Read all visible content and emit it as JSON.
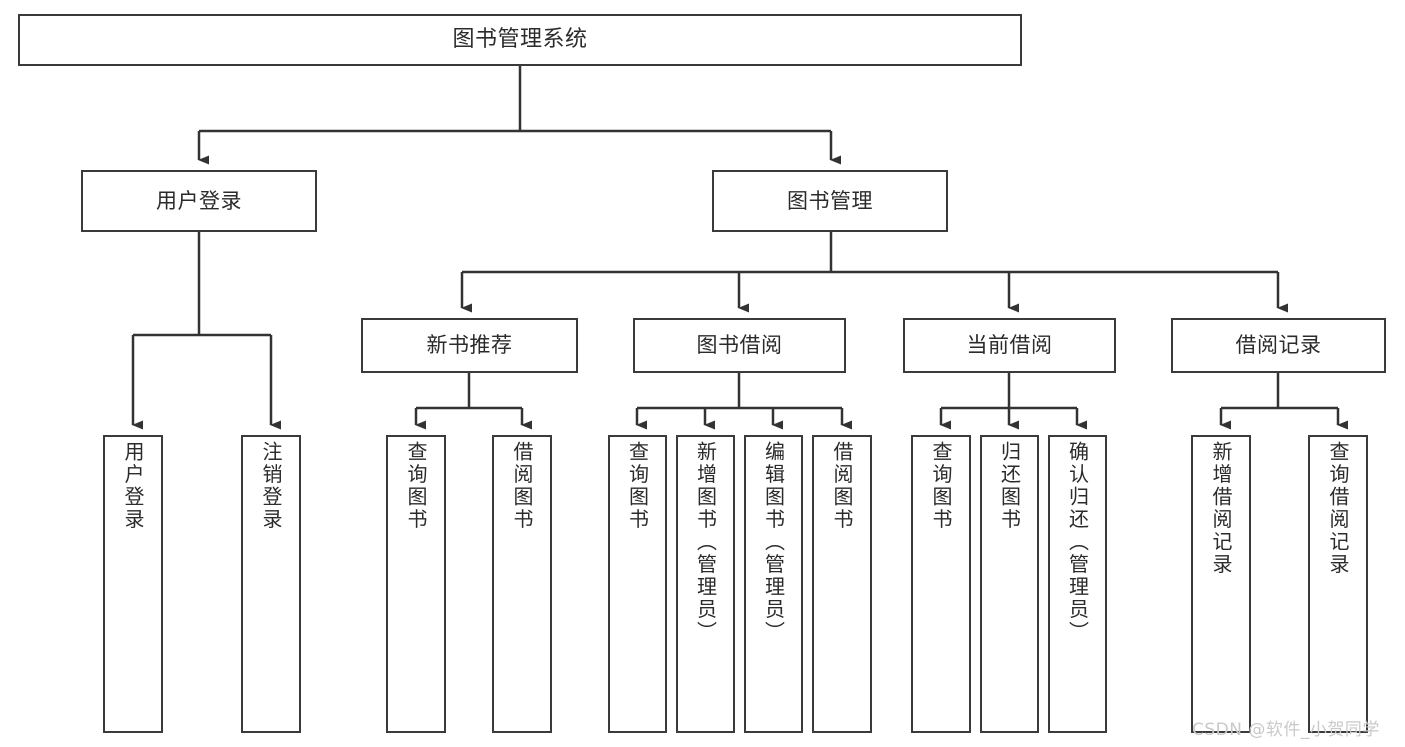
{
  "diagram": {
    "title": "图书管理系统",
    "type": "tree-hierarchy",
    "watermark": "CSDN @软件_小贺同学",
    "colors": {
      "background": "#ffffff",
      "box_border": "#3a3a3a",
      "box_fill": "#ffffff",
      "text": "#2b2b2b",
      "edge": "#333333",
      "watermark": "#c9c9c9"
    },
    "nodes": {
      "root": {
        "label": "图书管理系统"
      },
      "level1": [
        {
          "id": "user-login",
          "label": "用户登录"
        },
        {
          "id": "book-manage",
          "label": "图书管理"
        }
      ],
      "level2": [
        {
          "id": "new-book-recommend",
          "label": "新书推荐"
        },
        {
          "id": "book-borrow",
          "label": "图书借阅"
        },
        {
          "id": "current-borrow",
          "label": "当前借阅"
        },
        {
          "id": "borrow-record",
          "label": "借阅记录"
        }
      ],
      "leaves": {
        "user_login": [
          {
            "id": "leaf-user-login",
            "label": "用户登录"
          },
          {
            "id": "leaf-logout",
            "label": "注销登录"
          }
        ],
        "new_book_recommend": [
          {
            "id": "leaf-query-book-1",
            "label": "查询图书"
          },
          {
            "id": "leaf-borrow-book-1",
            "label": "借阅图书"
          }
        ],
        "book_borrow": [
          {
            "id": "leaf-query-book-2",
            "label": "查询图书"
          },
          {
            "id": "leaf-add-book",
            "label": "新增图书（管理员）"
          },
          {
            "id": "leaf-edit-book",
            "label": "编辑图书（管理员）"
          },
          {
            "id": "leaf-borrow-book-2",
            "label": "借阅图书"
          }
        ],
        "current_borrow": [
          {
            "id": "leaf-query-book-3",
            "label": "查询图书"
          },
          {
            "id": "leaf-return-book",
            "label": "归还图书"
          },
          {
            "id": "leaf-confirm-return",
            "label": "确认归还（管理员）"
          }
        ],
        "borrow_record": [
          {
            "id": "leaf-add-record",
            "label": "新增借阅记录"
          },
          {
            "id": "leaf-query-record",
            "label": "查询借阅记录"
          }
        ]
      }
    }
  }
}
